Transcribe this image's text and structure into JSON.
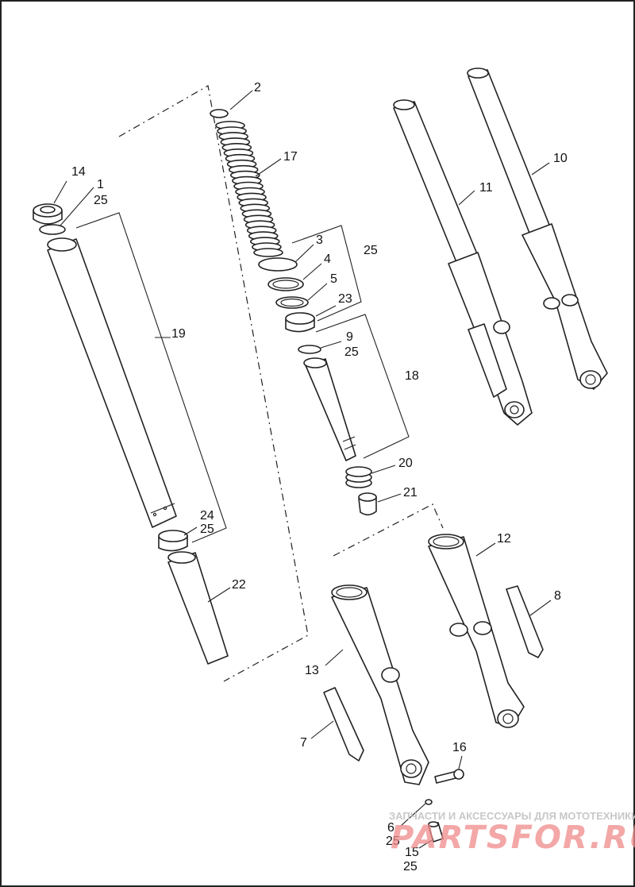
{
  "callouts": {
    "c1": "1",
    "c2": "2",
    "c3": "3",
    "c4": "4",
    "c5": "5",
    "c6": "6",
    "c7": "7",
    "c8": "8",
    "c9": "9",
    "c10": "10",
    "c11": "11",
    "c12": "12",
    "c13": "13",
    "c14": "14",
    "c15": "15",
    "c16": "16",
    "c17": "17",
    "c18": "18",
    "c19": "19",
    "c20": "20",
    "c21": "21",
    "c22": "22",
    "c23": "23",
    "c24": "24",
    "c25a": "25",
    "c25b": "25",
    "c25c": "25",
    "c25d": "25",
    "c25e": "25",
    "c25f": "25"
  },
  "watermark": {
    "tagline": "ЗАПЧАСТИ И АКСЕССУАРЫ ДЛЯ МОТОТЕХНИКИ",
    "brand": "PARTSFOR.RU"
  }
}
